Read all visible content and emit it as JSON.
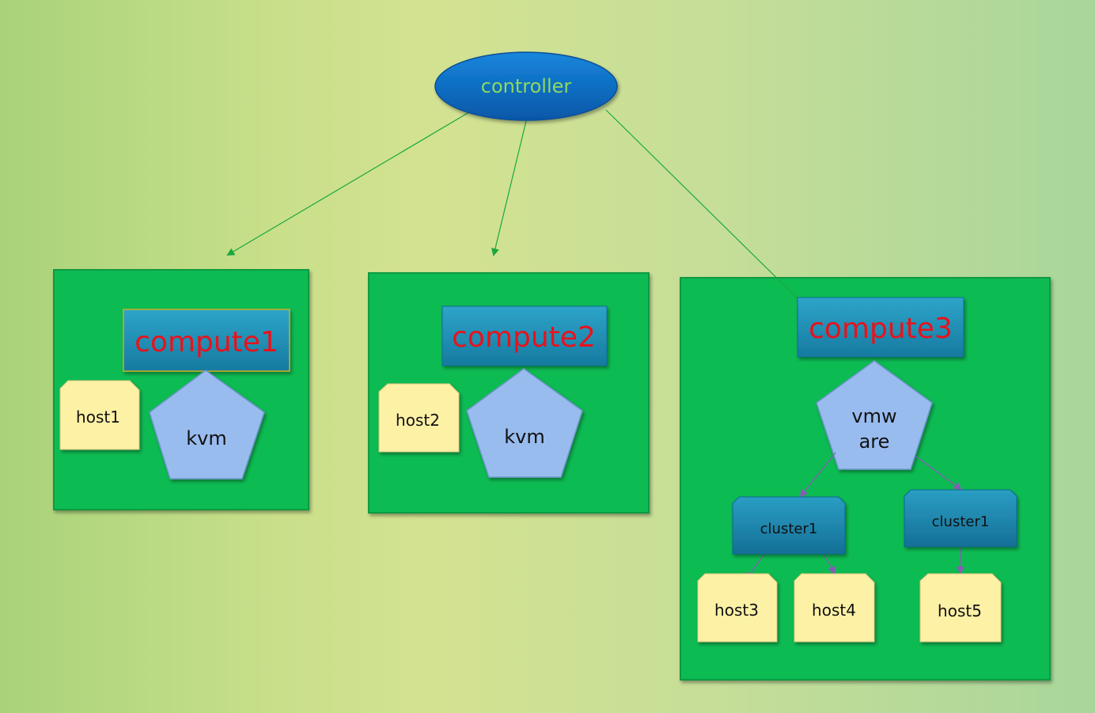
{
  "controller": {
    "label": "controller"
  },
  "computes": [
    {
      "label": "compute1",
      "hypervisor": "kvm",
      "host": "host1"
    },
    {
      "label": "compute2",
      "hypervisor": "kvm",
      "host": "host2"
    },
    {
      "label": "compute3",
      "hypervisor_line1": "vmw",
      "hypervisor_line2": "are",
      "clusters": [
        {
          "label": "cluster1",
          "hosts": [
            "host3",
            "host4"
          ]
        },
        {
          "label": "cluster1",
          "hosts": [
            "host5"
          ]
        }
      ]
    }
  ],
  "colors": {
    "box_fill": "#07bb52",
    "compute_header": "#1f8fb6",
    "compute_text": "#e8121c",
    "controller_fill": "#0a6fc9",
    "controller_text": "#8fd860",
    "pentagon_fill": "#99bcef",
    "host_fill": "#fdf1a6",
    "arrow_green": "#19a840",
    "arrow_purple": "#8a5ab8"
  }
}
